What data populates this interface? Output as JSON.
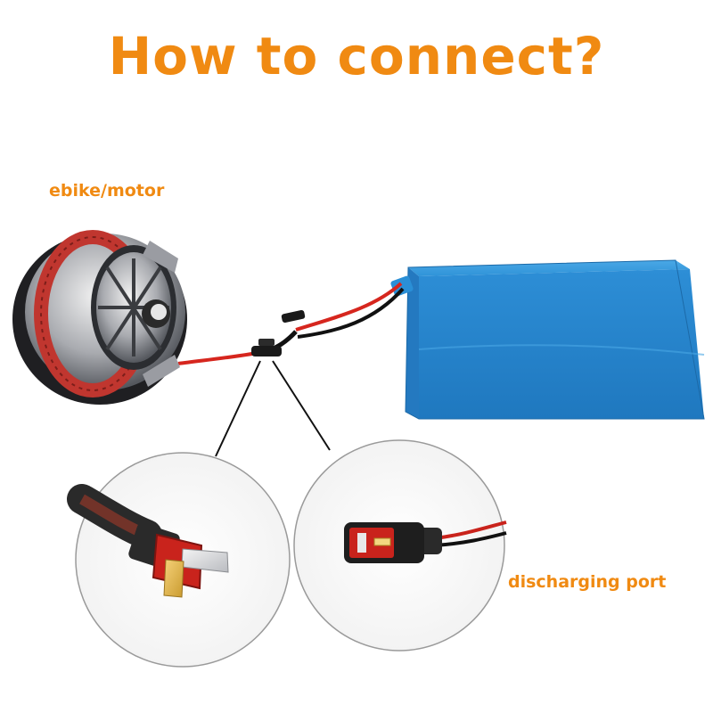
{
  "title": "How to connect?",
  "labels": {
    "motor": "ebike/motor",
    "discharge": "discharging port"
  },
  "colors": {
    "accent_orange": "#f08a12",
    "battery_blue": "#2a8fd6",
    "wire_red": "#d6261e",
    "connector_red": "#c9231c"
  },
  "icons": [
    "motor-icon",
    "battery-pack-icon",
    "t-plug-male-icon",
    "t-plug-female-icon"
  ]
}
